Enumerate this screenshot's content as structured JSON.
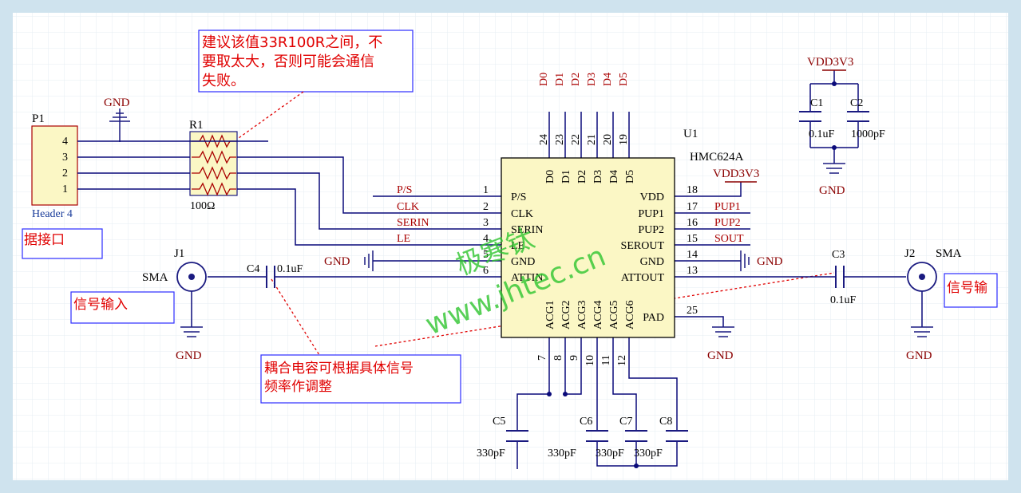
{
  "notes": {
    "resistor_note_l1": "建议该值33R100R之间，不",
    "resistor_note_l2": "要取太大，否则可能会通信",
    "resistor_note_l3": "失败。",
    "cap_note_l1": "耦合电容可根据具体信号",
    "cap_note_l2": "频率作调整",
    "left_partial": "据接口",
    "signal_in": "信号输入",
    "signal_out_partial": "信号输"
  },
  "watermark": {
    "line1": "极寒钛",
    "line2": "www.jhtec.cn"
  },
  "header": {
    "ref": "P1",
    "name": "Header 4",
    "pins": [
      "4",
      "3",
      "2",
      "1"
    ]
  },
  "resistor": {
    "ref": "R1",
    "value": "100Ω"
  },
  "gnd": "GND",
  "vdd": "VDD3V3",
  "chip": {
    "ref": "U1",
    "part": "HMC624A",
    "top_pins": [
      {
        "num": "24",
        "name": "D0"
      },
      {
        "num": "23",
        "name": "D1"
      },
      {
        "num": "22",
        "name": "D2"
      },
      {
        "num": "21",
        "name": "D3"
      },
      {
        "num": "20",
        "name": "D4"
      },
      {
        "num": "19",
        "name": "D5"
      }
    ],
    "left_pins": [
      {
        "num": "1",
        "name": "P/S",
        "net": "P/S"
      },
      {
        "num": "2",
        "name": "CLK",
        "net": "CLK"
      },
      {
        "num": "3",
        "name": "SERIN",
        "net": "SERIN"
      },
      {
        "num": "4",
        "name": "LE",
        "net": "LE"
      },
      {
        "num": "5",
        "name": "GND",
        "net": ""
      },
      {
        "num": "6",
        "name": "ATTIN",
        "net": ""
      }
    ],
    "right_pins": [
      {
        "num": "18",
        "name": "VDD",
        "net": ""
      },
      {
        "num": "17",
        "name": "PUP1",
        "net": "PUP1"
      },
      {
        "num": "16",
        "name": "PUP2",
        "net": "PUP2"
      },
      {
        "num": "15",
        "name": "SEROUT",
        "net": "SOUT"
      },
      {
        "num": "14",
        "name": "GND",
        "net": ""
      },
      {
        "num": "13",
        "name": "ATTOUT",
        "net": ""
      }
    ],
    "pad": {
      "num": "25",
      "name": "PAD"
    },
    "bottom_pins": [
      {
        "num": "7",
        "name": "ACG1"
      },
      {
        "num": "8",
        "name": "ACG2"
      },
      {
        "num": "9",
        "name": "ACG3"
      },
      {
        "num": "10",
        "name": "ACG4"
      },
      {
        "num": "11",
        "name": "ACG5"
      },
      {
        "num": "12",
        "name": "ACG6"
      }
    ]
  },
  "caps": {
    "c1": {
      "ref": "C1",
      "value": "0.1uF"
    },
    "c2": {
      "ref": "C2",
      "value": "1000pF"
    },
    "c3": {
      "ref": "C3",
      "value": "0.1uF"
    },
    "c4": {
      "ref": "C4",
      "value": "0.1uF"
    },
    "c5": {
      "ref": "C5",
      "value": "330pF"
    },
    "c6": {
      "ref": "C6",
      "value": "330pF"
    },
    "c7": {
      "ref": "C7",
      "value": "330pF"
    },
    "c8": {
      "ref": "C8",
      "value": "330pF"
    }
  },
  "connectors": {
    "j1": {
      "ref": "J1",
      "type": "SMA"
    },
    "j2": {
      "ref": "J2",
      "type": "SMA"
    }
  }
}
